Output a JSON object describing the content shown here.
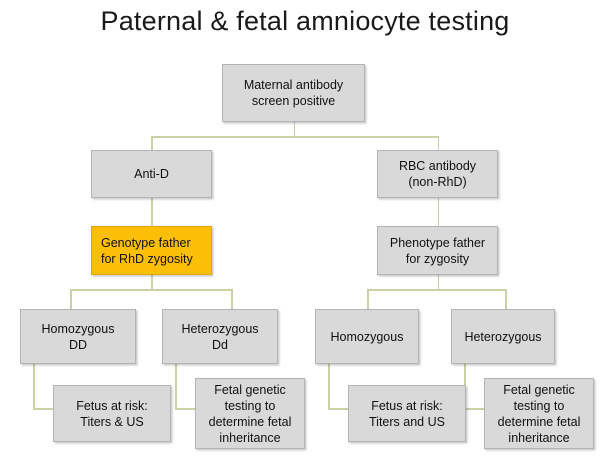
{
  "slide": {
    "title": "Paternal & fetal amniocyte testing",
    "background_color": "#ffffff",
    "connector_color": "#c9d2a4",
    "node_fill": "#d9d9d9",
    "node_border": "#b4b4b4",
    "highlight_fill": "#fbbf07",
    "text_color": "#111111"
  },
  "nodes": {
    "root": {
      "line1": "Maternal antibody",
      "line2": "screen positive"
    },
    "anti_d": {
      "line1": "Anti-D"
    },
    "rbc_antibody": {
      "line1": "RBC antibody",
      "line2": "(non-RhD)"
    },
    "genotype_father": {
      "line1": "Genotype father",
      "line2": "for RhD zygosity"
    },
    "phenotype_father": {
      "line1": "Phenotype father",
      "line2": "for zygosity"
    },
    "homozygous_dd": {
      "line1": "Homozygous",
      "line2": "DD"
    },
    "heterozygous_dd": {
      "line1": "Heterozygous",
      "line2": "Dd"
    },
    "homozygous_right": {
      "line1": "Homozygous"
    },
    "heterozygous_right": {
      "line1": "Heterozygous"
    },
    "outcome_left_risk": {
      "line1": "Fetus at risk:",
      "line2": "Titers & US"
    },
    "outcome_left_genetic": {
      "line1": "Fetal genetic",
      "line2": "testing to",
      "line3": "determine fetal",
      "line4": "inheritance"
    },
    "outcome_right_risk": {
      "line1": "Fetus at risk:",
      "line2": "Titers and US"
    },
    "outcome_right_genetic": {
      "line1": "Fetal genetic",
      "line2": "testing to",
      "line3": "determine fetal",
      "line4": "inheritance"
    }
  }
}
